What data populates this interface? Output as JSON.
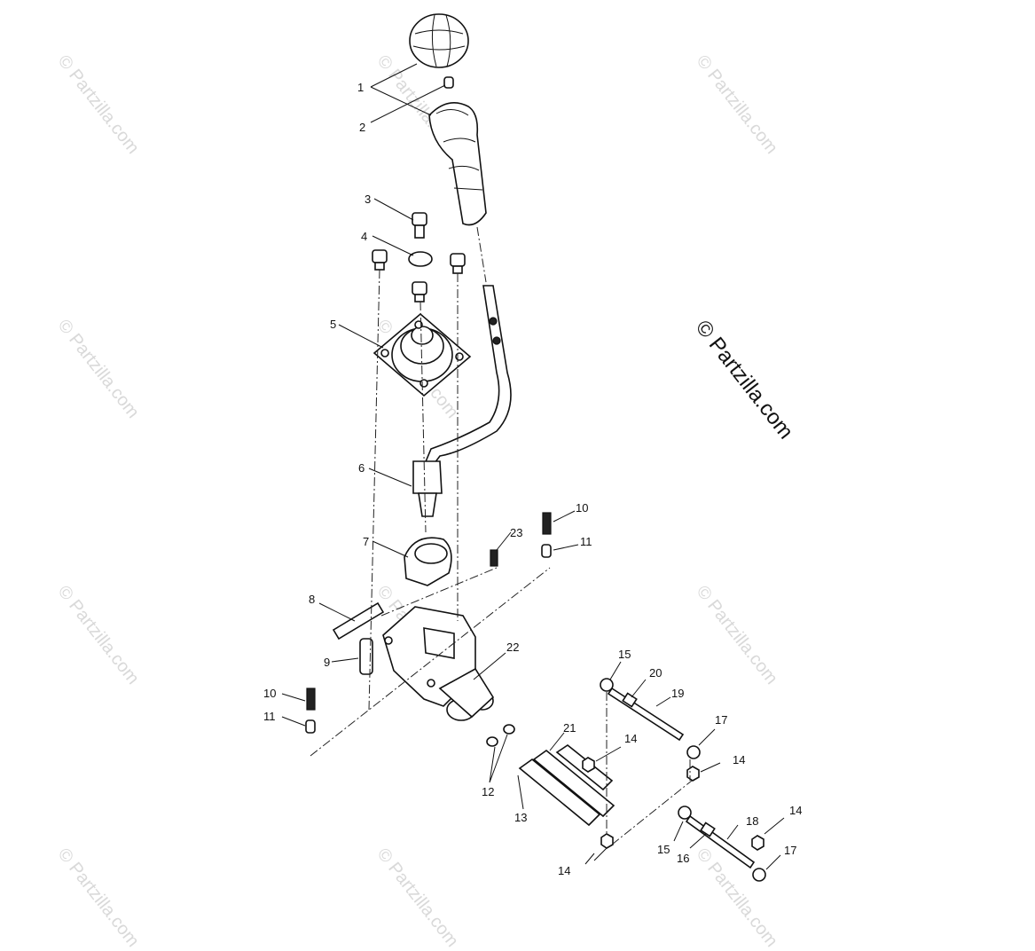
{
  "watermark_tile_text": "© Partzilla.com",
  "watermark_main_text": "© Partzilla.com",
  "callouts": [
    "1",
    "2",
    "3",
    "4",
    "5",
    "6",
    "7",
    "8",
    "9",
    "10",
    "10",
    "11",
    "11",
    "12",
    "13",
    "14",
    "14",
    "14",
    "14",
    "15",
    "15",
    "16",
    "17",
    "17",
    "18",
    "19",
    "20",
    "21",
    "22",
    "23"
  ]
}
